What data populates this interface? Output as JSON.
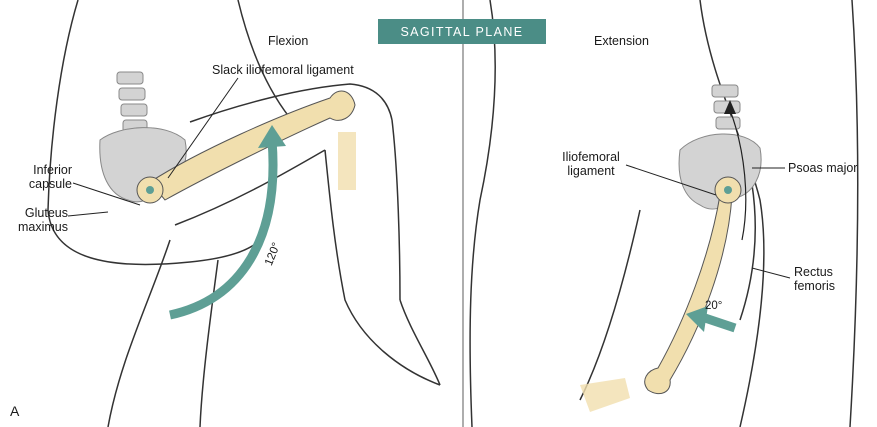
{
  "banner": "SAGITTAL PLANE",
  "panel_letter": "A",
  "left_panel": {
    "title": "Flexion",
    "labels": {
      "slack_ligament": "Slack iliofemoral ligament",
      "inferior_capsule": "Inferior\ncapsule",
      "gluteus": "Gluteus\nmaximus"
    },
    "angle": "120°"
  },
  "right_panel": {
    "title": "Extension",
    "labels": {
      "iliofemoral": "Iliofemoral\nligament",
      "psoas": "Psoas major",
      "rectus": "Rectus\nfemoris"
    },
    "angle": "20°"
  },
  "colors": {
    "bone": "#f1dfae",
    "pelvis": "#d3d3d3",
    "arrow": "#5e9f95",
    "accent": "#4b8d86",
    "outline": "#333333"
  }
}
